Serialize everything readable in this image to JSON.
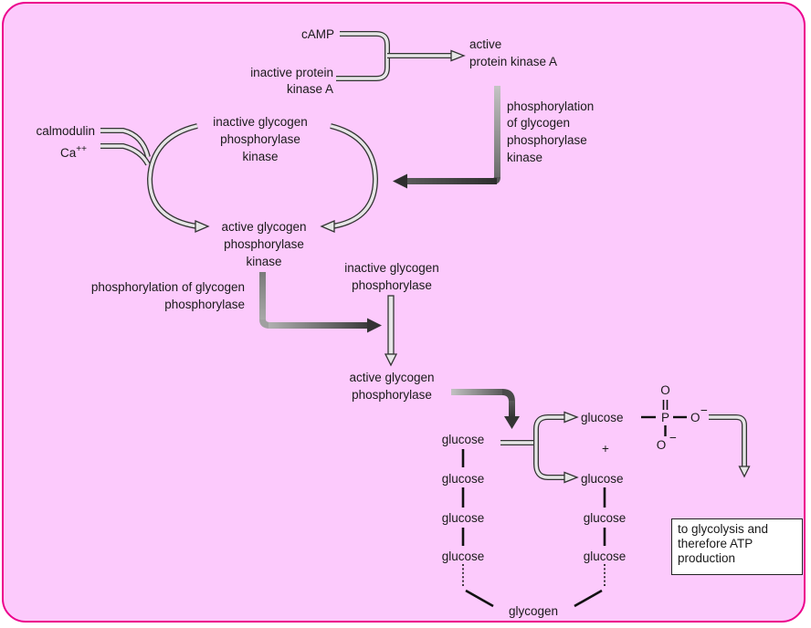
{
  "labels": {
    "camp": "cAMP",
    "inactive_pka": [
      "inactive protein",
      "kinase A"
    ],
    "active_pka": [
      "active",
      "protein kinase A"
    ],
    "phos_kinase": [
      "phosphorylation",
      "of glycogen",
      "phosphorylase",
      "kinase"
    ],
    "calmodulin": "calmodulin",
    "ca": "Ca",
    "ca_charge": "++",
    "inactive_gpk": [
      "inactive glycogen",
      "phosphorylase",
      "kinase"
    ],
    "active_gpk": [
      "active glycogen",
      "phosphorylase",
      "kinase"
    ],
    "phos_gp": [
      "phosphorylation of glycogen",
      "phosphorylase"
    ],
    "inactive_gp": [
      "inactive glycogen",
      "phosphorylase"
    ],
    "active_gp": [
      "active glycogen",
      "phosphorylase"
    ],
    "glucose": "glucose",
    "plus": "+",
    "glycogen": "glycogen",
    "phosphate": {
      "o": "O",
      "p": "P",
      "minus": "−"
    },
    "to_glycolysis": [
      "to glycolysis and",
      "therefore ATP",
      "production"
    ]
  },
  "colors": {
    "background": "#fccafc",
    "border": "#ec008c",
    "arrow_fill": "#e6e6e6",
    "arrow_outline": "#333333",
    "gradient_dark": "#3a3a3a",
    "gradient_light": "#bdbdbd"
  }
}
